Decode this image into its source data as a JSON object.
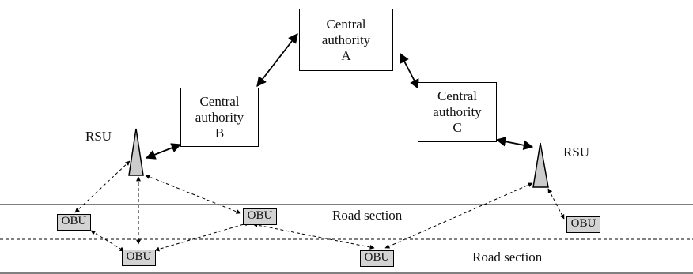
{
  "central_authorities": [
    {
      "id": "A",
      "line1": "Central",
      "line2": "authority",
      "line3": "A"
    },
    {
      "id": "B",
      "line1": "Central",
      "line2": "authority",
      "line3": "B"
    },
    {
      "id": "C",
      "line1": "Central",
      "line2": "authority",
      "line3": "C"
    }
  ],
  "rsu_labels": [
    "RSU",
    "RSU"
  ],
  "obu_label": "OBU",
  "road_labels": [
    "Road section",
    "Road section"
  ],
  "colors": {
    "line": "#000000",
    "device_fill": "#d3d3d3",
    "box_fill": "#ffffff"
  }
}
